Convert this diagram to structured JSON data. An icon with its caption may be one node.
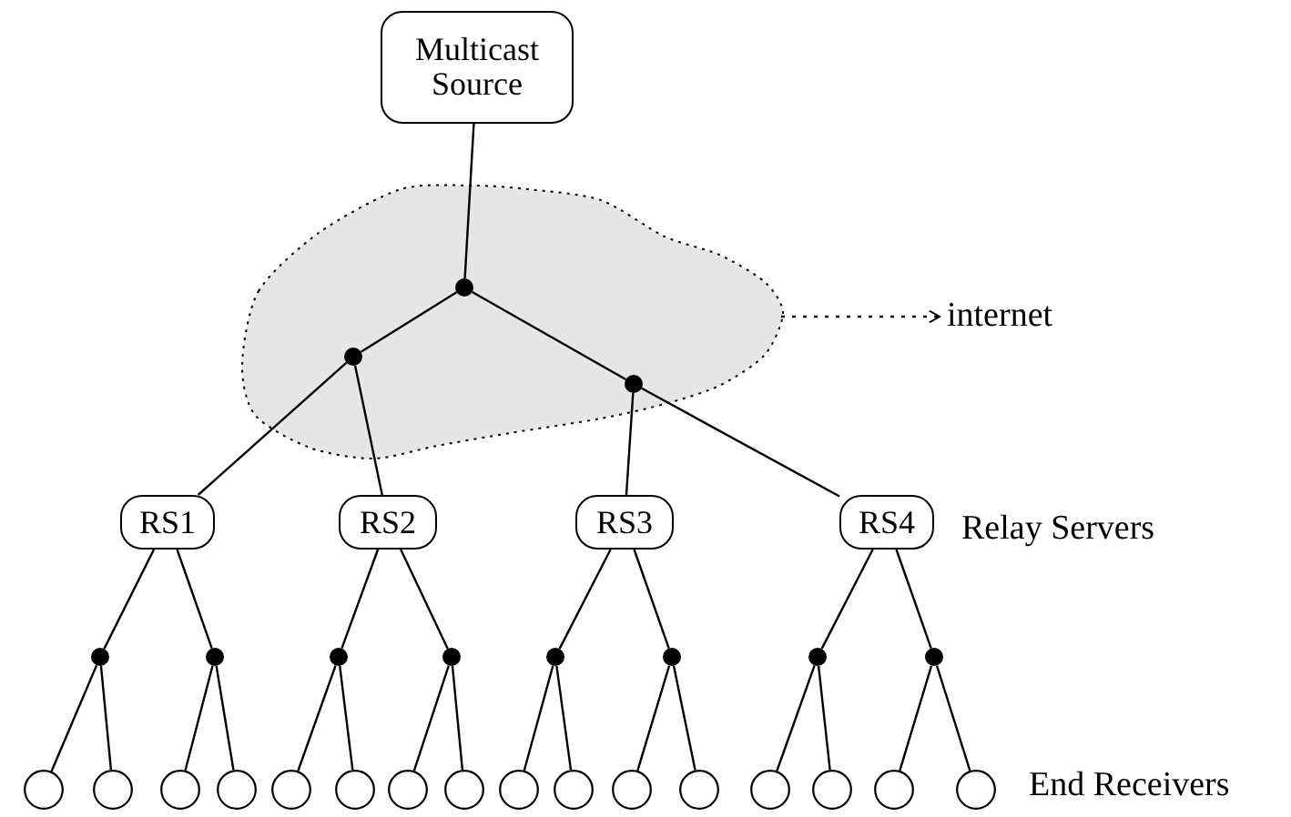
{
  "diagram": {
    "nodes": [
      {
        "text": [
          "Multicast Source"
        ]
      },
      {
        "text": [],
        "shape": "cloud"
      },
      {
        "text": [],
        "shape": "dot",
        "in": 1
      },
      {
        "text": [],
        "shape": "dot",
        "in": 1
      },
      {
        "text": [],
        "shape": "dot",
        "in": 1
      },
      {
        "text": [
          "internet"
        ]
      },
      {
        "text": [
          "RS1"
        ]
      },
      {
        "text": [
          "RS2"
        ]
      },
      {
        "text": [
          "RS3"
        ]
      },
      {
        "text": [
          "RS4"
        ]
      },
      {
        "text": [],
        "shape": "dot"
      },
      {
        "text": [],
        "shape": "dot"
      },
      {
        "text": [],
        "shape": "dot"
      },
      {
        "text": [],
        "shape": "dot"
      },
      {
        "text": [],
        "shape": "dot"
      },
      {
        "text": [],
        "shape": "dot"
      },
      {
        "text": [],
        "shape": "dot"
      },
      {
        "text": [],
        "shape": "dot"
      },
      {
        "text": [],
        "shape": "circle"
      },
      {
        "text": [],
        "shape": "circle"
      },
      {
        "text": [],
        "shape": "circle"
      },
      {
        "text": [],
        "shape": "circle"
      },
      {
        "text": [],
        "shape": "circle"
      },
      {
        "text": [],
        "shape": "circle"
      },
      {
        "text": [],
        "shape": "circle"
      },
      {
        "text": [],
        "shape": "circle"
      },
      {
        "text": [],
        "shape": "circle"
      },
      {
        "text": [],
        "shape": "circle"
      },
      {
        "text": [],
        "shape": "circle"
      },
      {
        "text": [],
        "shape": "circle"
      },
      {
        "text": [],
        "shape": "circle"
      },
      {
        "text": [],
        "shape": "circle"
      },
      {
        "text": [],
        "shape": "circle"
      },
      {
        "text": [],
        "shape": "circle"
      }
    ],
    "edges": [
      {
        "from": 0,
        "to": 2,
        "arrow": "none"
      },
      {
        "from": 2,
        "to": 3,
        "arrow": "none"
      },
      {
        "from": 2,
        "to": 4,
        "arrow": "none"
      },
      {
        "from": 1,
        "to": 5,
        "arrow": "to",
        "style": "dashed"
      },
      {
        "from": 3,
        "to": 6,
        "arrow": "none"
      },
      {
        "from": 3,
        "to": 7,
        "arrow": "none"
      },
      {
        "from": 4,
        "to": 8,
        "arrow": "none"
      },
      {
        "from": 4,
        "to": 9,
        "arrow": "none"
      },
      {
        "from": 6,
        "to": 10,
        "arrow": "none"
      },
      {
        "from": 6,
        "to": 11,
        "arrow": "none"
      },
      {
        "from": 7,
        "to": 12,
        "arrow": "none"
      },
      {
        "from": 7,
        "to": 13,
        "arrow": "none"
      },
      {
        "from": 8,
        "to": 14,
        "arrow": "none"
      },
      {
        "from": 8,
        "to": 15,
        "arrow": "none"
      },
      {
        "from": 9,
        "to": 16,
        "arrow": "none"
      },
      {
        "from": 9,
        "to": 17,
        "arrow": "none"
      },
      {
        "from": 10,
        "to": 18,
        "arrow": "none"
      },
      {
        "from": 10,
        "to": 19,
        "arrow": "none"
      },
      {
        "from": 11,
        "to": 20,
        "arrow": "none"
      },
      {
        "from": 11,
        "to": 21,
        "arrow": "none"
      },
      {
        "from": 12,
        "to": 22,
        "arrow": "none"
      },
      {
        "from": 12,
        "to": 23,
        "arrow": "none"
      },
      {
        "from": 13,
        "to": 24,
        "arrow": "none"
      },
      {
        "from": 13,
        "to": 25,
        "arrow": "none"
      },
      {
        "from": 14,
        "to": 26,
        "arrow": "none"
      },
      {
        "from": 14,
        "to": 27,
        "arrow": "none"
      },
      {
        "from": 15,
        "to": 28,
        "arrow": "none"
      },
      {
        "from": 15,
        "to": 29,
        "arrow": "none"
      },
      {
        "from": 16,
        "to": 30,
        "arrow": "none"
      },
      {
        "from": 16,
        "to": 31,
        "arrow": "none"
      },
      {
        "from": 17,
        "to": 32,
        "arrow": "none"
      },
      {
        "from": 17,
        "to": 33,
        "arrow": "none"
      }
    ],
    "labels": [
      "Relay Servers",
      "End Receivers"
    ]
  }
}
